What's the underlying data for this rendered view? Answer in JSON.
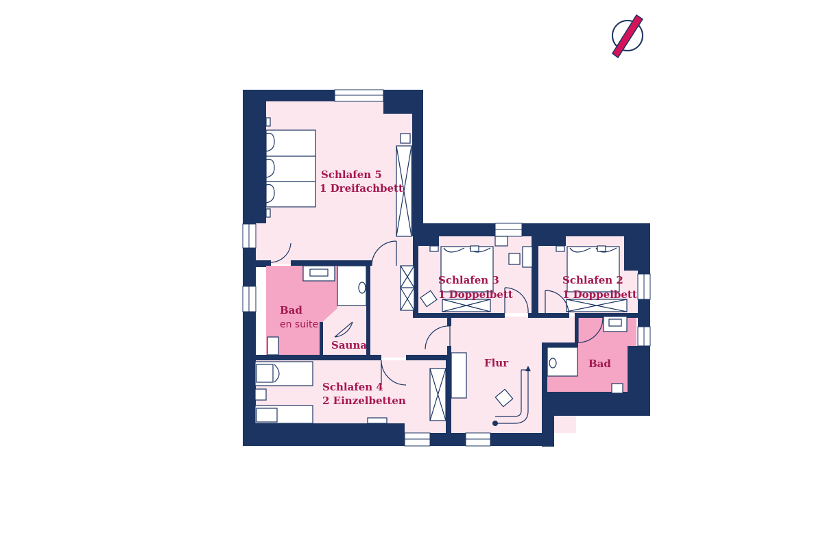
{
  "colors": {
    "wall": "#1c3461",
    "room": "#fde7ee",
    "bathroom": "#f4a6c4",
    "label": "#a3174f",
    "compass_accent": "#d4145a"
  },
  "compass": {
    "icon": "north-arrow-icon"
  },
  "rooms": {
    "schlafen5": {
      "name": "Schlafen 5",
      "bed": "1 Dreifachbett"
    },
    "schlafen3": {
      "name": "Schlafen 3",
      "bed": "1 Doppelbett"
    },
    "schlafen2": {
      "name": "Schlafen 2",
      "bed": "1 Doppelbett"
    },
    "bad_ensuite": {
      "name": "Bad",
      "sub": "en suite"
    },
    "sauna": {
      "name": "Sauna"
    },
    "schlafen4": {
      "name": "Schlafen 4",
      "bed": "2 Einzelbetten"
    },
    "flur": {
      "name": "Flur"
    },
    "bad": {
      "name": "Bad"
    }
  }
}
